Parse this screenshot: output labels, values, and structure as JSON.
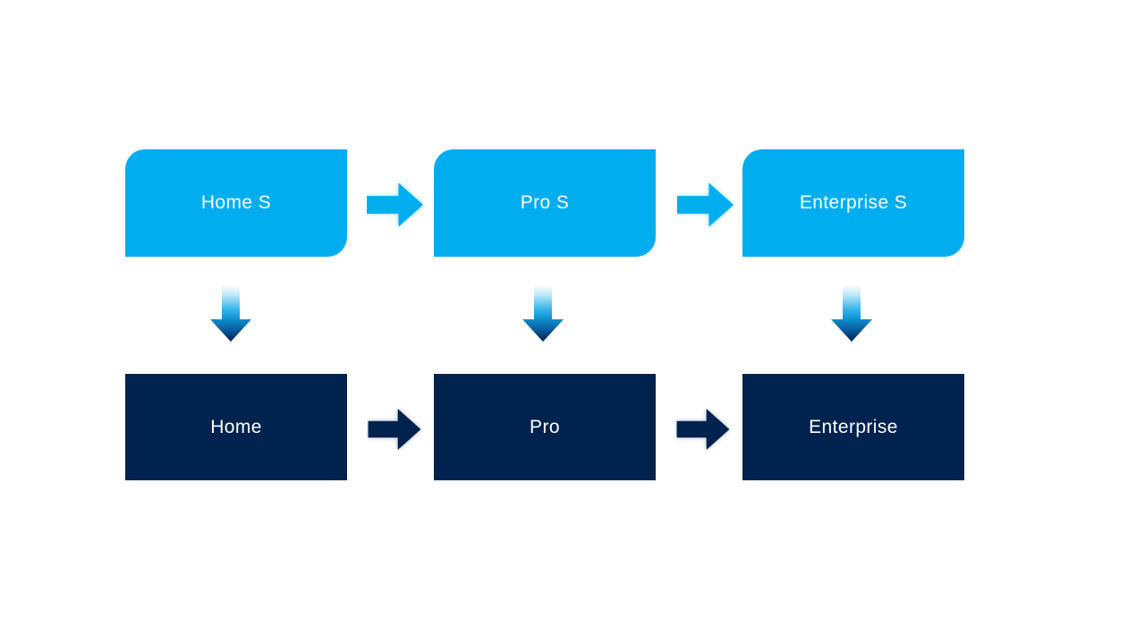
{
  "colors": {
    "light_blue": "#00AEEF",
    "navy": "#00224E",
    "text": "#FFFFFF",
    "light_arrow_glow": "#8EDCF8",
    "dark_arrow_glow": "#A9B9CD",
    "background": "#FFFFFF"
  },
  "top_row": {
    "items": [
      {
        "label": "Home S"
      },
      {
        "label": "Pro S"
      },
      {
        "label": "Enterprise S"
      }
    ]
  },
  "bottom_row": {
    "items": [
      {
        "label": "Home"
      },
      {
        "label": "Pro"
      },
      {
        "label": "Enterprise"
      }
    ]
  }
}
